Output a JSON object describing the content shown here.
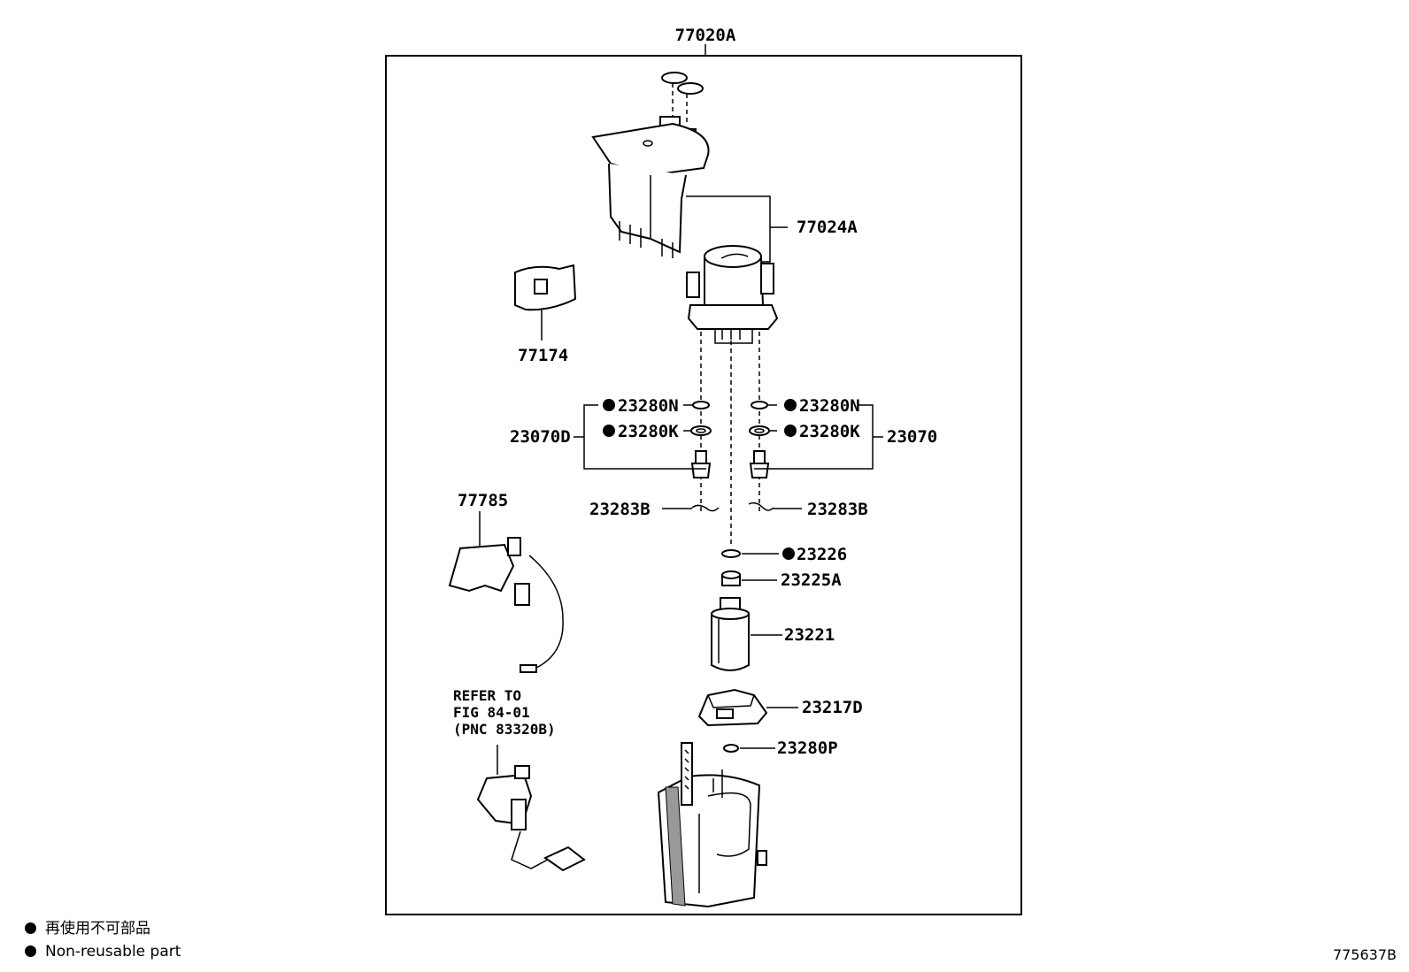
{
  "assembly_label": "77020A",
  "parts": {
    "p77024A": "77024A",
    "p77174": "77174",
    "p23280N_left": "23280N",
    "p23280N_right": "23280N",
    "p23280K_left": "23280K",
    "p23280K_right": "23280K",
    "p23070D": "23070D",
    "p23070": "23070",
    "p23283B_left": "23283B",
    "p23283B_right": "23283B",
    "p77785": "77785",
    "p23226": "23226",
    "p23225A": "23225A",
    "p23221": "23221",
    "p23217D": "23217D",
    "p23280P": "23280P"
  },
  "refer_note": {
    "line1": "REFER TO",
    "line2": "FIG 84-01",
    "line3": "(PNC 83320B)"
  },
  "legend": {
    "jp": "再使用不可部品",
    "en": "Non-reusable part"
  },
  "figure_id": "775637B"
}
